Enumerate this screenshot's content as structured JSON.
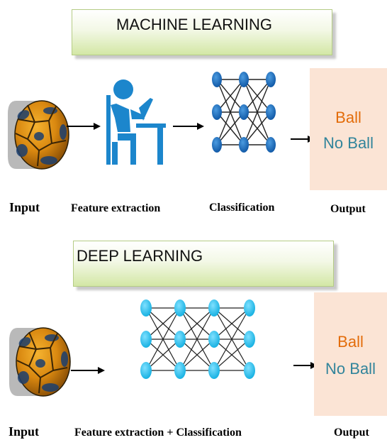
{
  "colors": {
    "ball_label": "#e36c0a",
    "no_ball_label": "#31849b",
    "output_bg": "#fbe4d5",
    "network_ml": "#1f6fbf",
    "network_dl": "#1ec0ee",
    "person_icon": "#1c86cc",
    "title_gradient_end": "#d3e7a5"
  },
  "icons": [
    "soccer-ball-icon",
    "arrow-right-icon",
    "person-at-desk-icon",
    "neural-network-icon"
  ],
  "machine_learning": {
    "title": "MACHINE LEARNING",
    "stages": {
      "input": "Input",
      "feature_extraction": "Feature extraction",
      "classification": "Classification",
      "output": "Output"
    },
    "outputs": {
      "ball": "Ball",
      "no_ball": "No Ball"
    }
  },
  "deep_learning": {
    "title": "DEEP LEARNING",
    "stages": {
      "input": "Input",
      "combined": "Feature extraction + Classification",
      "output": "Output"
    },
    "outputs": {
      "ball": "Ball",
      "no_ball": "No Ball"
    }
  }
}
